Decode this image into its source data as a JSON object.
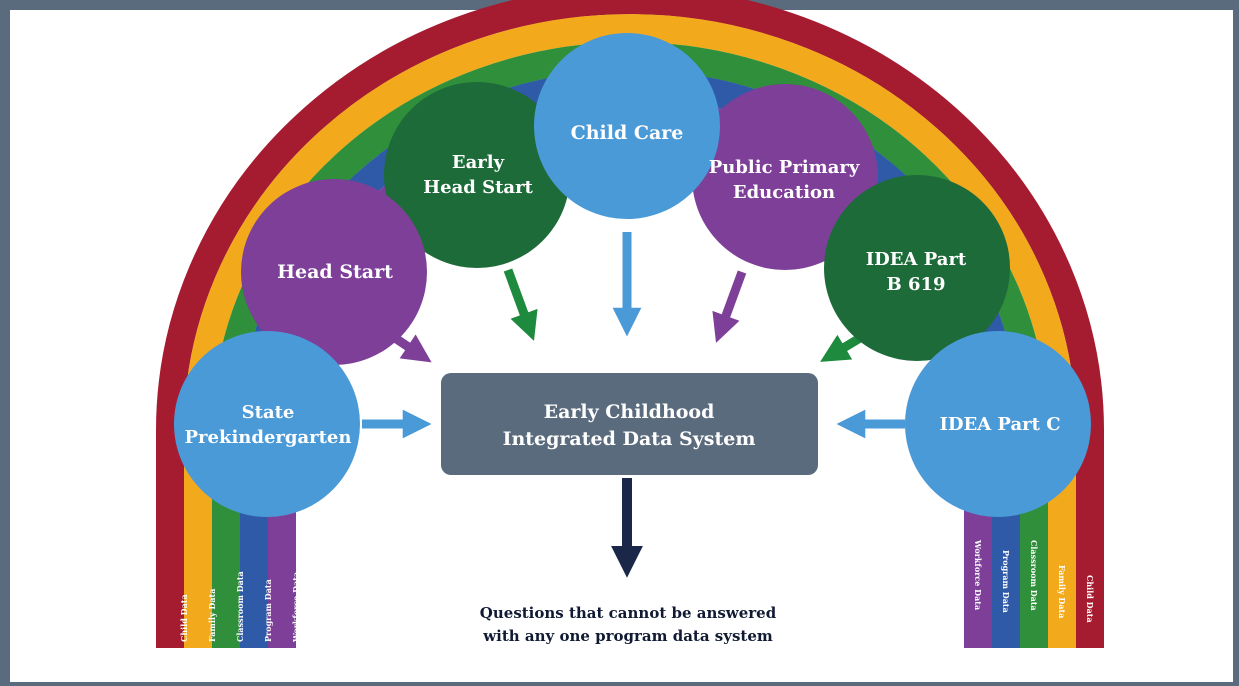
{
  "programs": [
    {
      "id": "state-prek",
      "line1": "State",
      "line2": "Prekindergarten",
      "color": "#4b9ad8"
    },
    {
      "id": "head-start",
      "line1": "Head Start",
      "line2": "",
      "color": "#7e3f99"
    },
    {
      "id": "early-head-start",
      "line1": "Early",
      "line2": "Head Start",
      "color": "#1e6b3a"
    },
    {
      "id": "child-care",
      "line1": "Child Care",
      "line2": "",
      "color": "#4b9ad8"
    },
    {
      "id": "public-primary",
      "line1": "Public Primary",
      "line2": "Education",
      "color": "#7e3f99"
    },
    {
      "id": "idea-b619",
      "line1": "IDEA Part",
      "line2": "B 619",
      "color": "#1e6b3a"
    },
    {
      "id": "idea-c",
      "line1": "IDEA Part C",
      "line2": "",
      "color": "#4b9ad8"
    }
  ],
  "bands": [
    {
      "label": "Child Data",
      "color": "#a51c30"
    },
    {
      "label": "Family Data",
      "color": "#f2a91c"
    },
    {
      "label": "Classroom Data",
      "color": "#2f8f3a"
    },
    {
      "label": "Program Data",
      "color": "#2f5aa8"
    },
    {
      "label": "Workforce Data",
      "color": "#7e3f99"
    }
  ],
  "center": {
    "line1": "Early Childhood",
    "line2": "Integrated Data System",
    "color": "#5a6b7d"
  },
  "question": {
    "line1": "Questions that cannot be answered",
    "line2": "with any one program data system"
  },
  "colors": {
    "frame": "#5a6b7d",
    "arrow_dark": "#1a2748"
  }
}
